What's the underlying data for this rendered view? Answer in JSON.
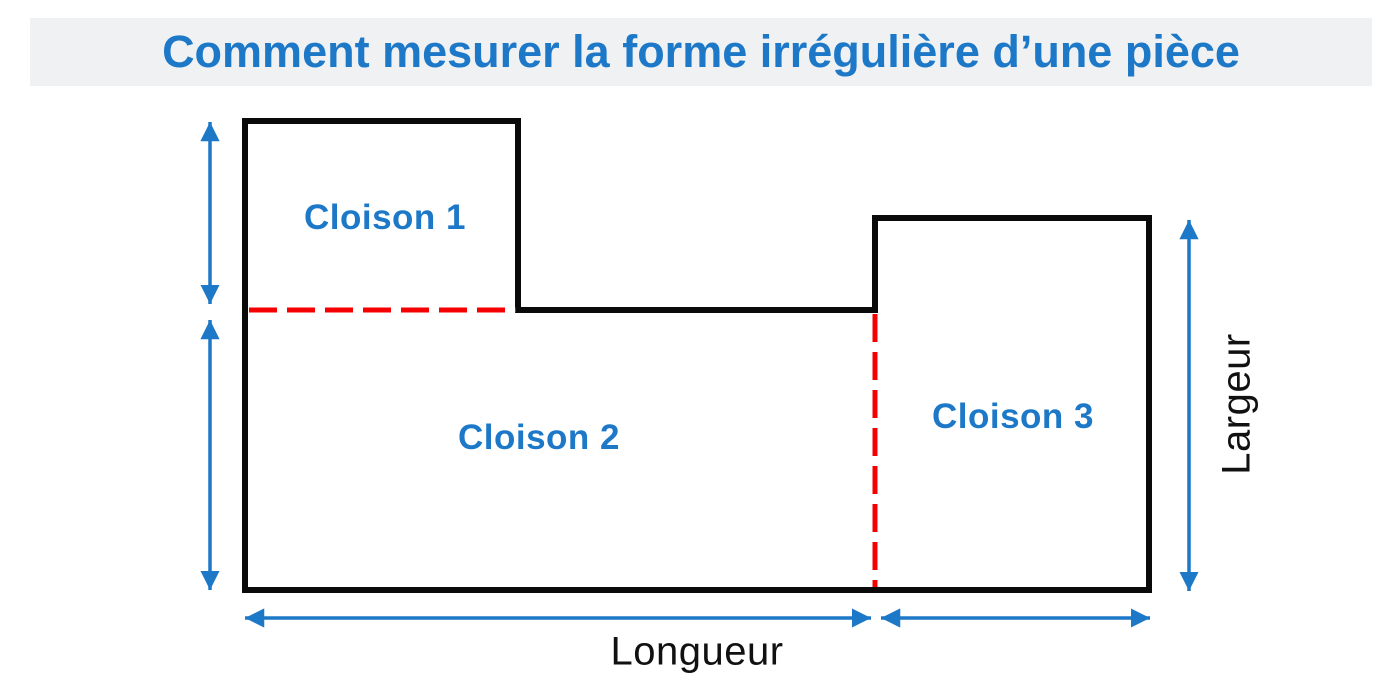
{
  "title": {
    "text": "Comment mesurer la forme irrégulière d’une pièce"
  },
  "colors": {
    "accent_blue": "#1d79c8",
    "dash_red": "#f40000",
    "outline_black": "#0a0a0a",
    "title_bg": "#f0f1f3"
  },
  "diagram": {
    "regions": [
      {
        "label": "Cloison 1"
      },
      {
        "label": "Cloison 2"
      },
      {
        "label": "Cloison 3"
      }
    ],
    "measurements": {
      "length_label": "Longueur",
      "width_label": "Largeur"
    }
  }
}
